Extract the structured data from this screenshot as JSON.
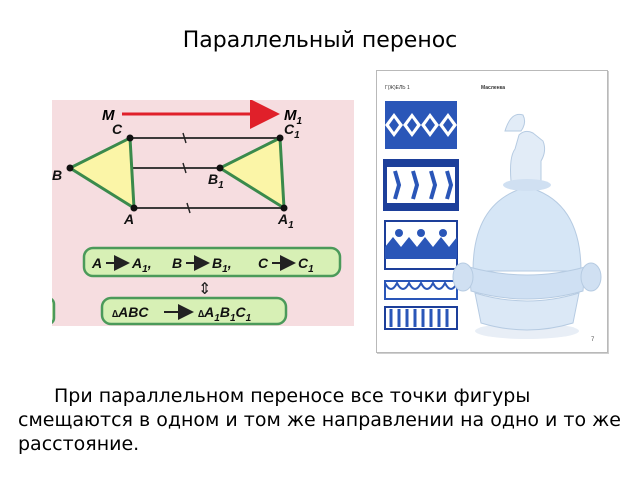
{
  "slide": {
    "title": "Параллельный перенос",
    "body": "При параллельном переносе все точки фигуры смещаются в одном  и том же направлении на одно и то же расстояние."
  },
  "diagram": {
    "vector_start": "M",
    "vector_end": "M",
    "vector_end_sub": "1",
    "points": {
      "A": "A",
      "B": "B",
      "C": "C",
      "A1": "A",
      "B1": "B",
      "C1": "C",
      "sub": "1"
    },
    "mapping_box": {
      "a": "A",
      "a1": "A",
      "b": "B",
      "b1": "B",
      "c": "C",
      "c1": "C",
      "sub": "1",
      "sep": ","
    },
    "triangle_box": {
      "tri_symbol": "∆",
      "abc": "ABC",
      "a1b1c1": "A",
      "b_part": "B",
      "c_part": "C",
      "sub": "1"
    },
    "double_arrow": "⇕",
    "colors": {
      "triangle_fill": "#fbf5a7",
      "triangle_stroke": "#3a8a4c",
      "vector": "#e0202a",
      "box_fill": "#d7f0b5",
      "box_stroke": "#4b9a5a"
    }
  },
  "photo": {
    "label_left": "Г(Ж)ЕЛЬ 1",
    "label_right": "Масленка",
    "page_number": "7"
  }
}
